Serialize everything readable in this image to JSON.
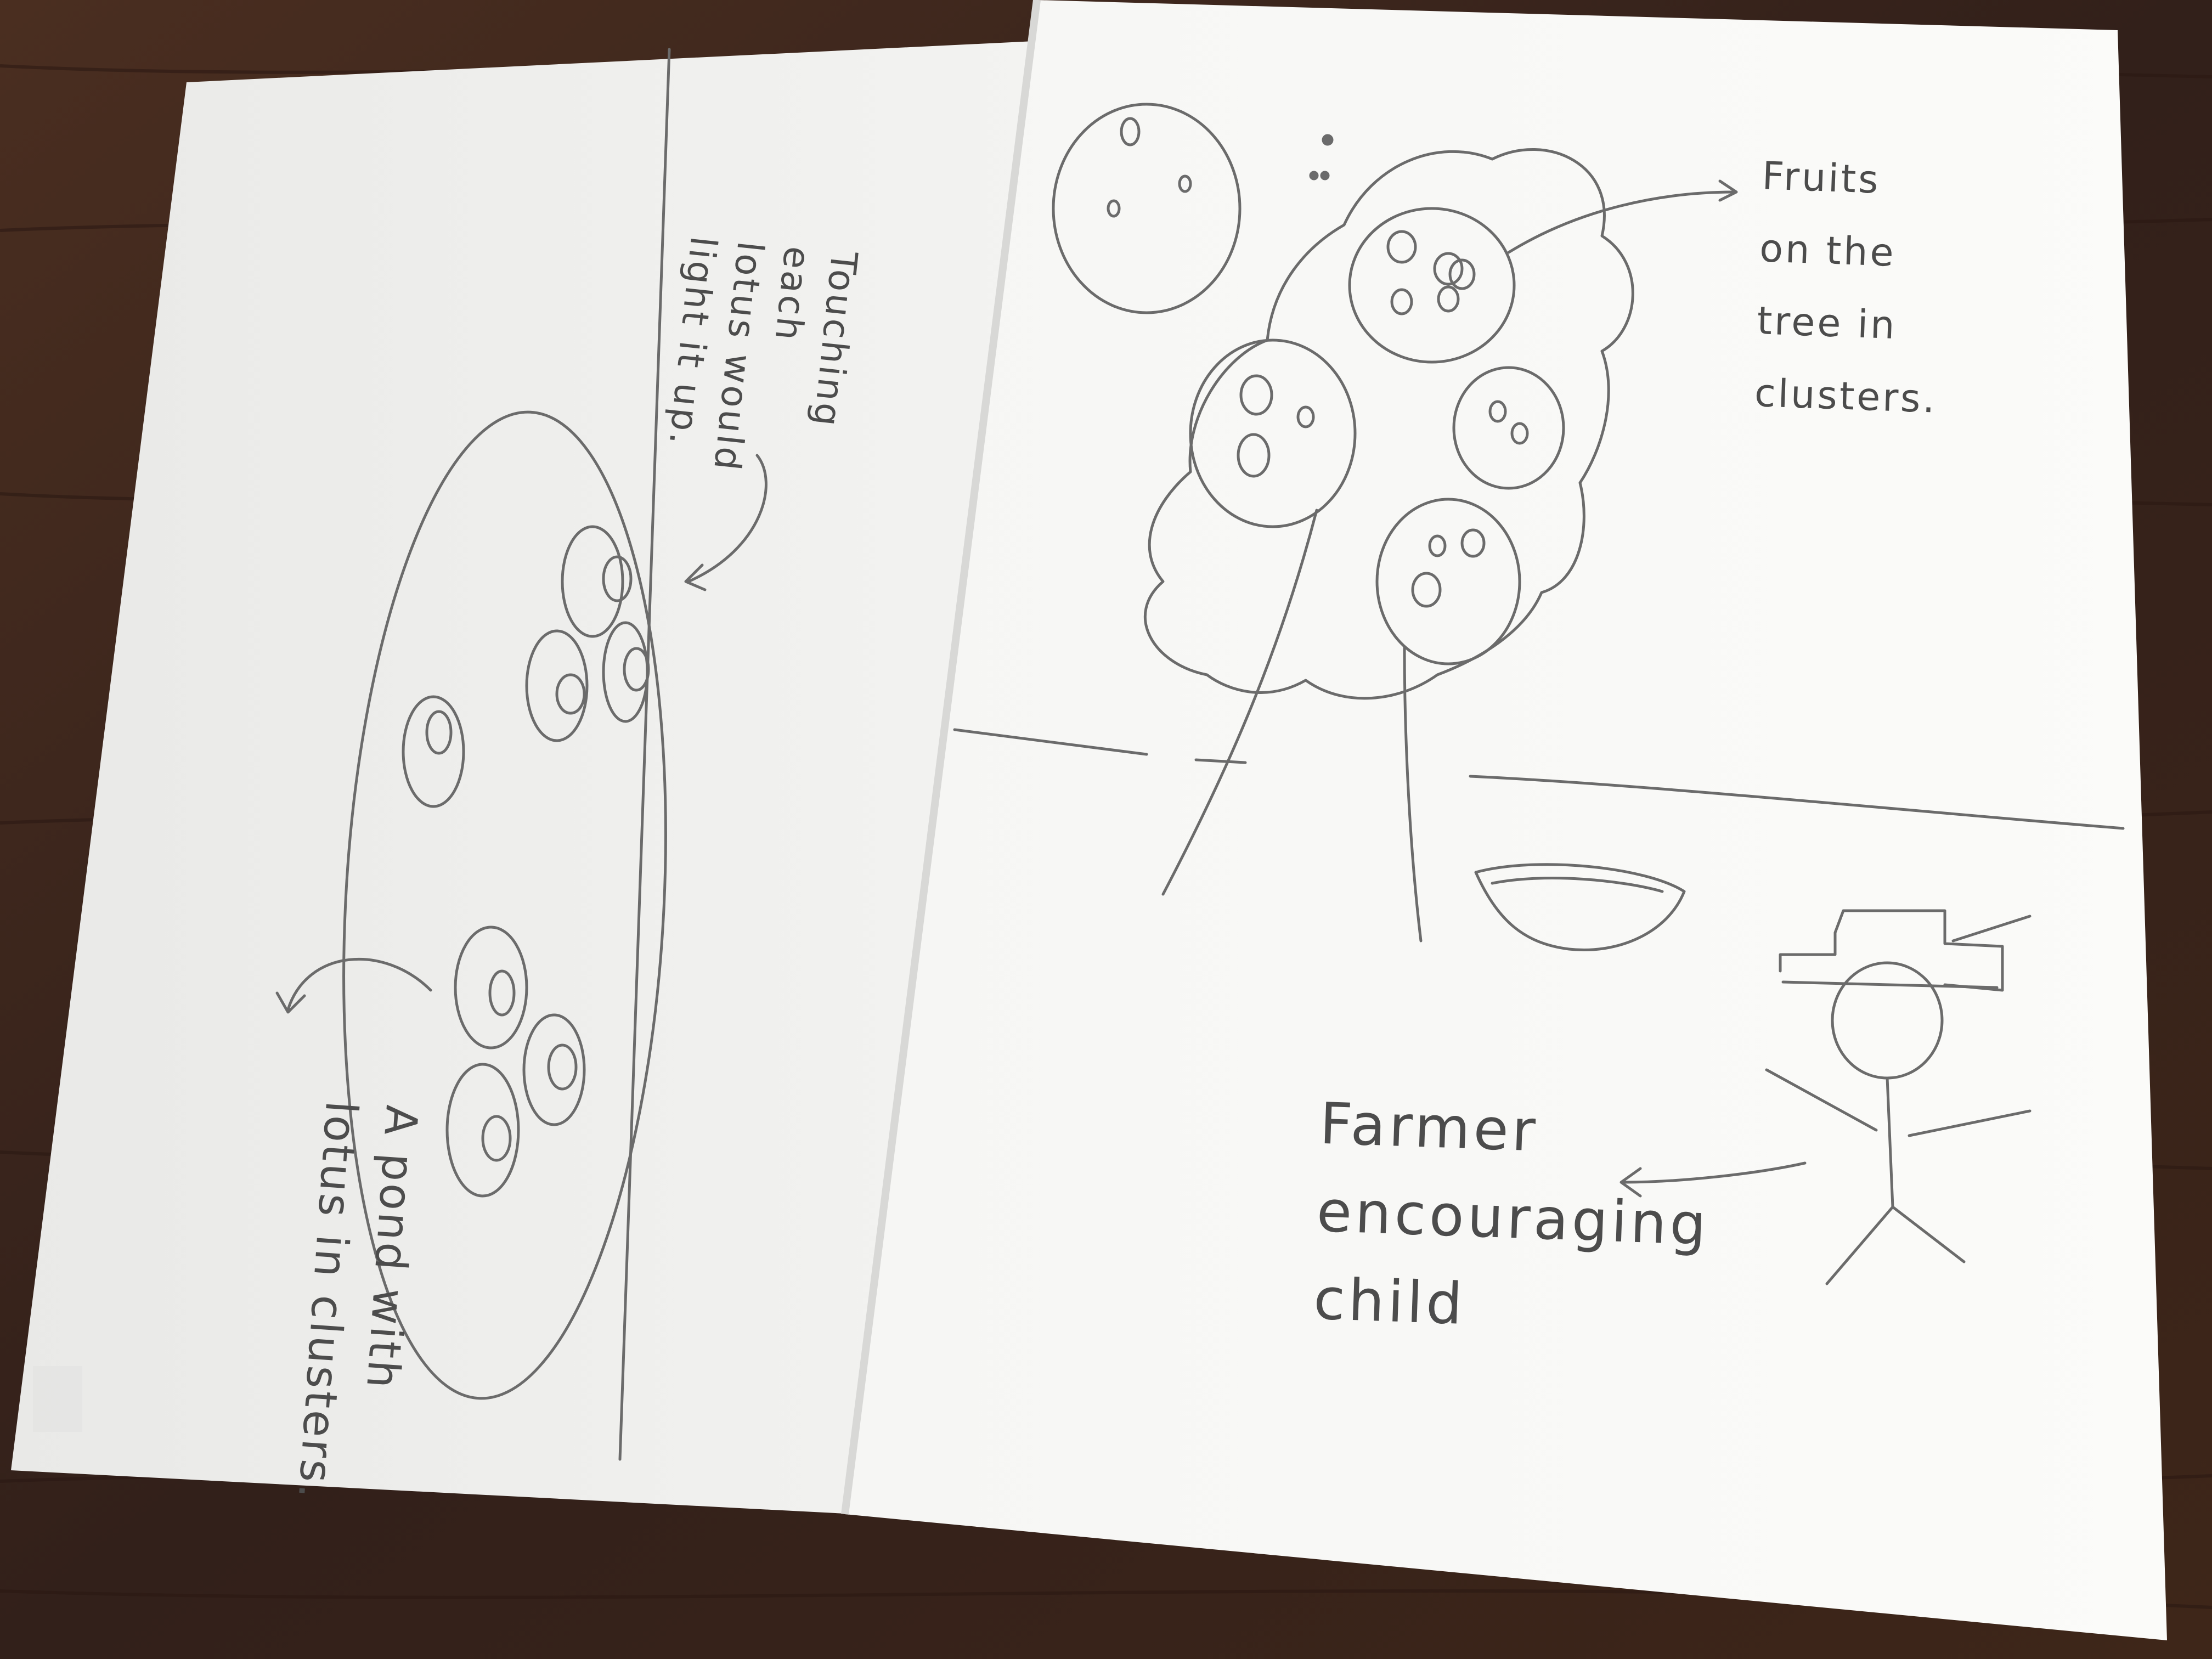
{
  "annotations": {
    "fruits": [
      "Fruits",
      "on the",
      "tree in",
      "clusters."
    ],
    "farmer": [
      "Farmer",
      "encouraging",
      "child"
    ],
    "touching": [
      "Touching",
      "each",
      "lotus would",
      "light it up."
    ],
    "pond": [
      "A pond with",
      "lotus in clusters."
    ]
  },
  "colors": {
    "table": "#3a241a",
    "paper": "#f7f7f5",
    "pencil": "#6b6b6b"
  }
}
